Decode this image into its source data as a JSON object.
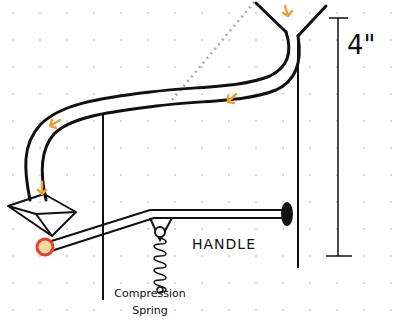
{
  "diagram": {
    "labels": [
      "HANDLE",
      "Compression Spring",
      "4\""
    ]
  }
}
